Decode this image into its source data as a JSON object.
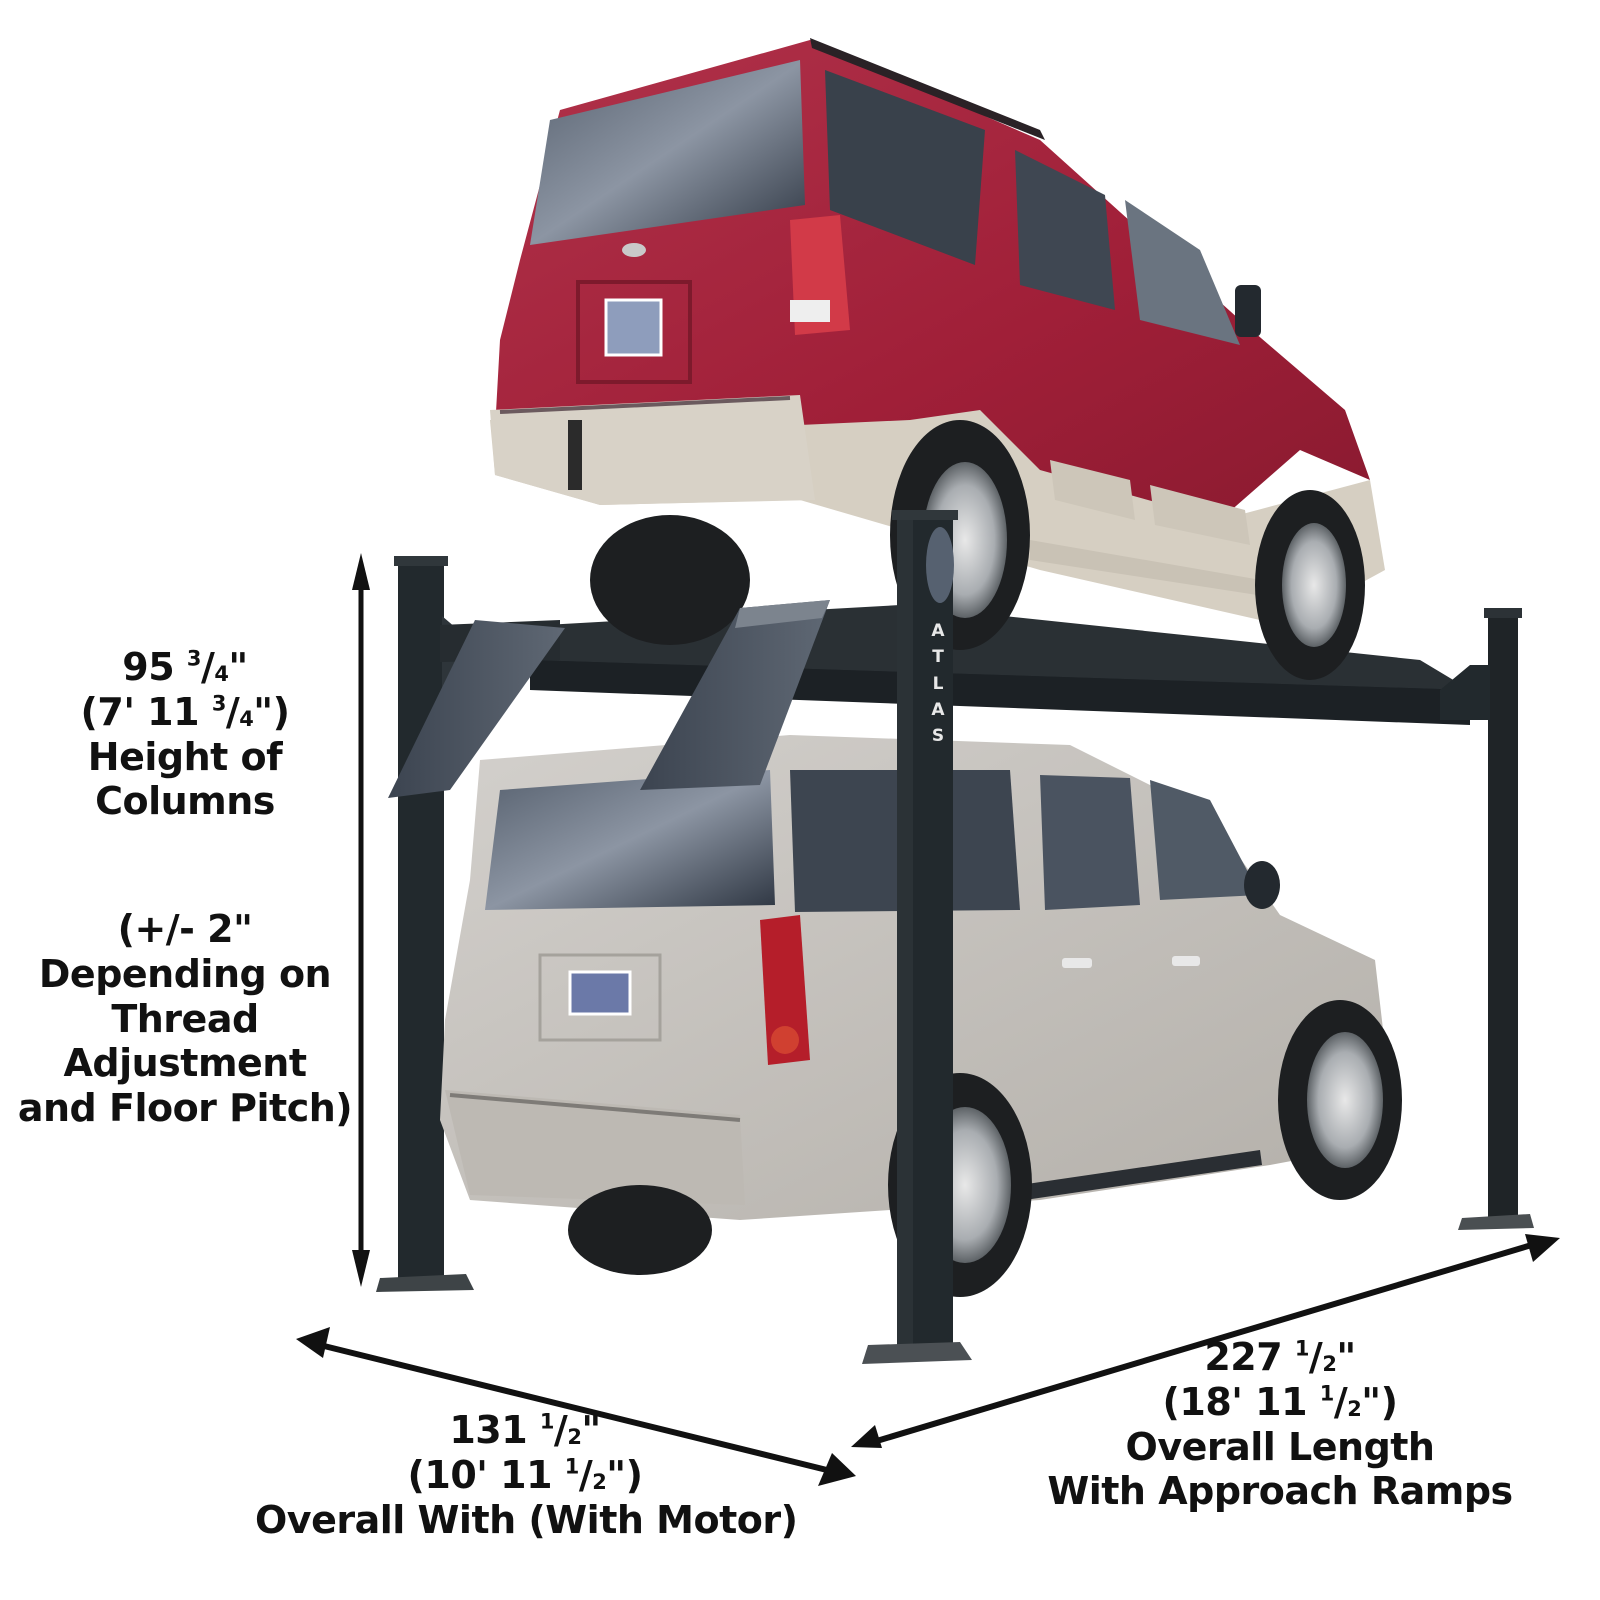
{
  "image": {
    "subject": "Four-post parking lift with two SUVs",
    "colors": {
      "background": "#ffffff",
      "lift_steel": "#22282c",
      "ramp_gray": "#4d5560",
      "top_suv_red": "#a8223a",
      "top_suv_lower_trim": "#d6cfc2",
      "bottom_suv_silver": "#c4c0bb",
      "window_glass": "#3a4452",
      "arrow": "#111111",
      "text": "#111111"
    }
  },
  "lift": {
    "brand_text": [
      "A",
      "T",
      "L",
      "A",
      "S"
    ]
  },
  "annotations": {
    "height": {
      "value_whole": "95",
      "value_num": "3",
      "value_den": "4",
      "value_unit": "\"",
      "ft_open": "(7' 11",
      "ft_num": "3",
      "ft_den": "4",
      "ft_close": "\")",
      "line1": "Height of",
      "line2": "Columns"
    },
    "height_note": {
      "line1": "(+/- 2\"",
      "line2": "Depending on",
      "line3": "Thread",
      "line4": "Adjustment",
      "line5": "and Floor Pitch)"
    },
    "width": {
      "value_whole": "131",
      "value_num": "1",
      "value_den": "2",
      "value_unit": "\"",
      "ft_open": "(10' 11",
      "ft_num": "1",
      "ft_den": "2",
      "ft_close": "\")",
      "line1": "Overall With (With Motor)"
    },
    "length": {
      "value_whole": "227",
      "value_num": "1",
      "value_den": "2",
      "value_unit": "\"",
      "ft_open": "(18' 11",
      "ft_num": "1",
      "ft_den": "2",
      "ft_close": "\")",
      "line1": "Overall Length",
      "line2": "With Approach Ramps"
    }
  }
}
